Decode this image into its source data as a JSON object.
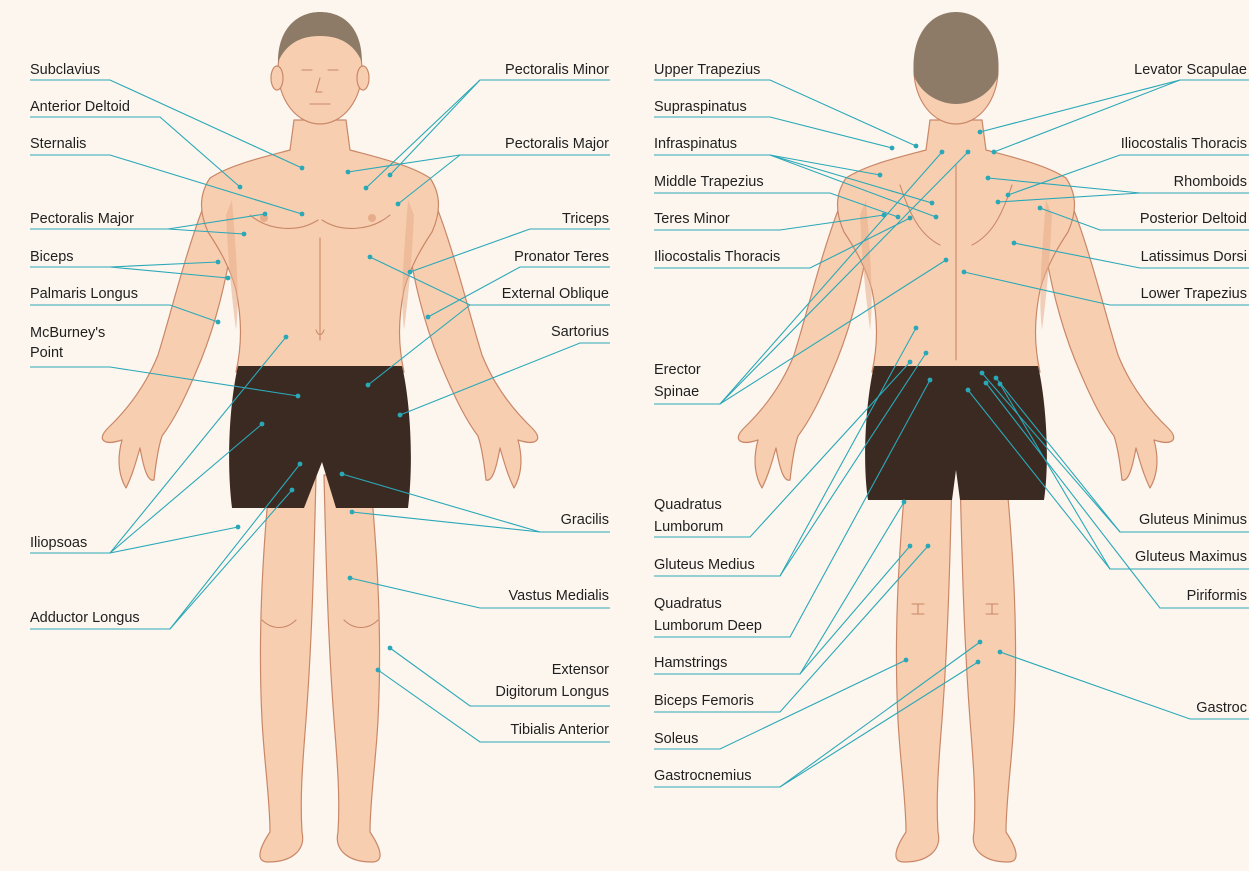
{
  "labels": {
    "front_left": [
      "Subclavius",
      "Anterior Deltoid",
      "Sternalis",
      "Pectoralis Major",
      "Biceps",
      "Palmaris Longus",
      "McBurney's",
      "Point",
      "Iliopsoas",
      "Adductor Longus"
    ],
    "front_right": [
      "Pectoralis Minor",
      "Pectoralis Major",
      "Triceps",
      "Pronator Teres",
      "External Oblique",
      "Sartorius",
      "Gracilis",
      "Vastus Medialis",
      "Extensor",
      "Digitorum Longus",
      "Tibialis Anterior"
    ],
    "back_left": [
      "Upper Trapezius",
      "Supraspinatus",
      "Infraspinatus",
      "Middle Trapezius",
      "Teres Minor",
      "Iliocostalis Thoracis",
      "Erector",
      "Spinae",
      "Quadratus",
      "Lumborum",
      "Gluteus Medius",
      "Quadratus",
      "Lumborum Deep",
      "Hamstrings",
      "Biceps Femoris",
      "Soleus",
      "Gastrocnemius"
    ],
    "back_right": [
      "Levator Scapulae",
      "Iliocostalis Thoracis",
      "Rhomboids",
      "Posterior Deltoid",
      "Latissimus Dorsi",
      "Lower Trapezius",
      "Gluteus Minimus",
      "Gluteus Maximus",
      "Piriformis",
      "Gastroc"
    ]
  },
  "colors": {
    "background": "#fdf6ee",
    "skin": "#f7cfb0",
    "skin_shadow": "#e7ad8b",
    "skin_outline": "#c98768",
    "shorts": "#3b2a22",
    "hair": "#8d7b68",
    "leader_line": "#2aa8b8",
    "text": "#1f1f1f"
  }
}
